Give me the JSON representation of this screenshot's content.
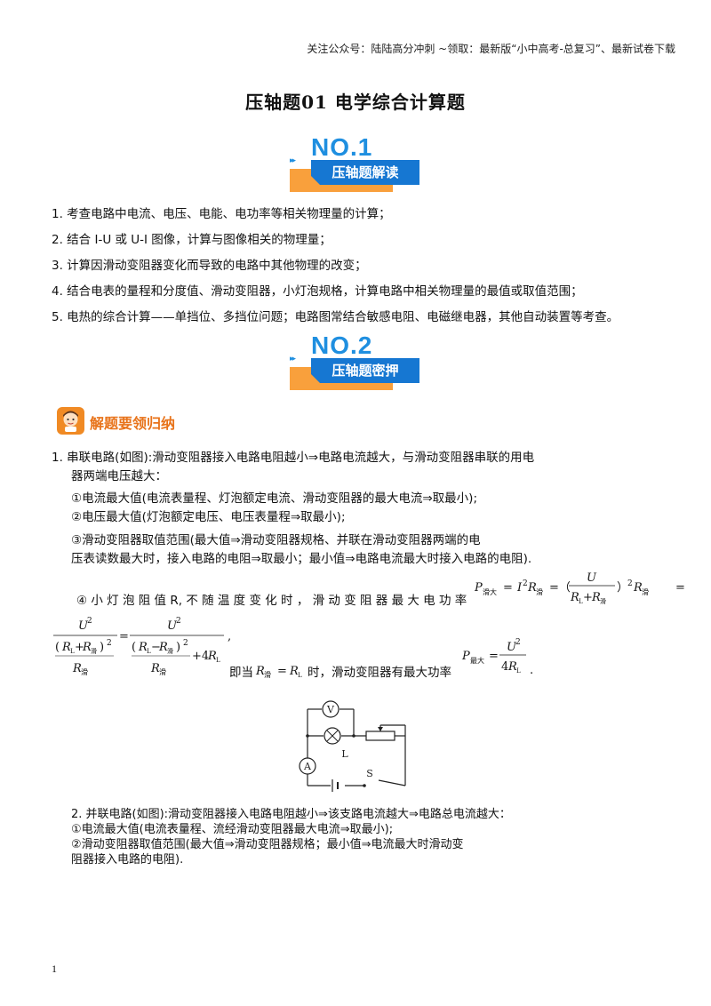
{
  "header": {
    "note": "关注公众号：陆陆高分冲刺 ~领取：最新版“小中高考-总复习”、最新试卷下载"
  },
  "title": "压轴题01 电学综合计算题",
  "banners": [
    {
      "number": "NO.1",
      "label": "压轴题解读",
      "arrows": "▸▸"
    },
    {
      "number": "NO.2",
      "label": "压轴题密押",
      "arrows": "▸▸"
    }
  ],
  "points": [
    "1.  考查电路中电流、电压、电能、电功率等相关物理量的计算；",
    "2.  结合 I-U 或 U-I 图像，计算与图像相关的物理量；",
    "3.  计算因滑动变阻器变化而导致的电路中其他物理的改变；",
    "4.  结合电表的量程和分度值、滑动变阻器，小灯泡规格，计算电路中相关物理量的最值或取值范围；",
    "5.  电热的综合计算——单挡位、多挡位问题；电路图常结合敏感电阻、电磁继电器，其他自动装置等考查。"
  ],
  "section_head": {
    "label": "解题要领归纳"
  },
  "series": {
    "line1": "1.  串联电路(如图):滑动变阻器接入电路电阻越小⇒电路电流越大，与滑动变阻器串联的用电",
    "line1b": "器两端电压越大：",
    "item1": "①电流最大值(电流表量程、灯泡额定电流、滑动变阻器的最大电流⇒取最小);",
    "item2": "②电压最大值(灯泡额定电压、电压表量程⇒取最小);",
    "item3a": "③滑动变阻器取值范围(最大值⇒滑动变阻器规格、并联在滑动变阻器两端的电",
    "item3b": "压表读数最大时，接入电路的电阻⇒取最小；最小值⇒电路电流最大时接入电路的电阻).",
    "item4": "④ 小 灯 泡 阻 值 R, 不 随 温 度 变 化 时 ， 滑 动 变 阻 器 最 大 电 功 率",
    "eq_connector": "即当",
    "eq_tail": "时，滑动变阻器有最大功率"
  },
  "circuit": {
    "voltmeter": "V",
    "ammeter": "A",
    "lamp": "L",
    "switch": "S"
  },
  "parallel": {
    "line1": "2.  并联电路(如图):滑动变阻器接入电路电阻越小⇒该支路电流越大⇒电路总电流越大：",
    "item1": "①电流最大值(电流表量程、流经滑动变阻器最大电流⇒取最小);",
    "item2a": "②滑动变阻器取值范围(最大值⇒滑动变阻器规格；最小值⇒电流最大时滑动变",
    "item2b": "阻器接入电路的电阻)."
  },
  "page_number": "1"
}
